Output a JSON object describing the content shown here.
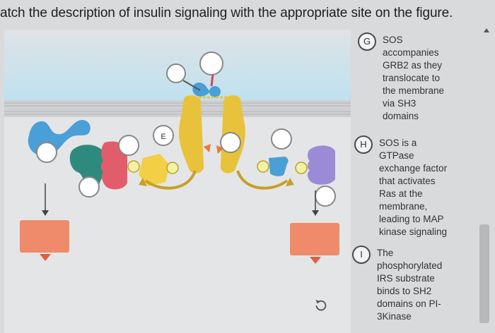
{
  "header": {
    "title": "atch the description of insulin signaling with the appropriate site on the figure."
  },
  "figure": {
    "marker_label": "E",
    "reset_icon": "reset-icon"
  },
  "choices": [
    {
      "letter": "G",
      "lines": [
        "SOS",
        "accompanies",
        "GRB2 as they",
        "translocate to",
        "the membrane",
        "via SH3",
        "domains"
      ]
    },
    {
      "letter": "H",
      "lines": [
        "SOS is a",
        "GTPase",
        "exchange factor",
        "that activates",
        "Ras at the",
        "membrane,",
        "leading to MAP",
        "kinase signaling"
      ]
    },
    {
      "letter": "I",
      "lines": [
        "The",
        "phosphorylated",
        "IRS substrate",
        "binds to SH2",
        "domains on PI-",
        "3Kinase"
      ]
    }
  ],
  "colors": {
    "receptor": "#e9c23c",
    "membrane": "#c9cacc",
    "effector": "#ef8a6a",
    "blue_protein": "#4a9fd7",
    "teal_protein": "#2f8a7e",
    "red_protein": "#e25d6b",
    "purple_protein": "#9b8bd6"
  }
}
